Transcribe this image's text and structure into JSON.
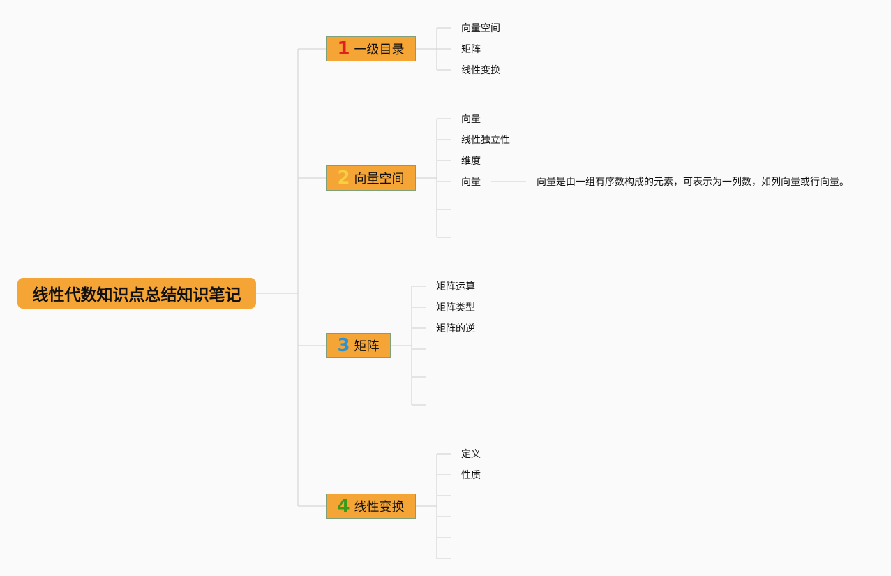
{
  "root": {
    "title": "线性代数知识点总结知识笔记"
  },
  "colors": {
    "root_fill": "#f4a535",
    "topic_fill": "#f4a535",
    "connector": "#d6d6d6",
    "num_1": "#e02020",
    "num_2": "#f7d040",
    "num_3": "#2a93d5",
    "num_4": "#3a9a1a"
  },
  "topics": [
    {
      "number": "1",
      "title": "一级目录",
      "children": [
        "向量空间",
        "矩阵",
        "线性变换"
      ]
    },
    {
      "number": "2",
      "title": "向量空间",
      "children": [
        "向量",
        "线性独立性",
        "维度",
        "向量",
        "",
        ""
      ],
      "note": "向量是由一组有序数构成的元素，可表示为一列数，如列向量或行向量。"
    },
    {
      "number": "3",
      "title": "矩阵",
      "children": [
        "矩阵运算",
        "矩阵类型",
        "矩阵的逆",
        "",
        "",
        ""
      ]
    },
    {
      "number": "4",
      "title": "线性变换",
      "children": [
        "定义",
        "性质",
        "",
        "",
        "",
        ""
      ]
    }
  ]
}
